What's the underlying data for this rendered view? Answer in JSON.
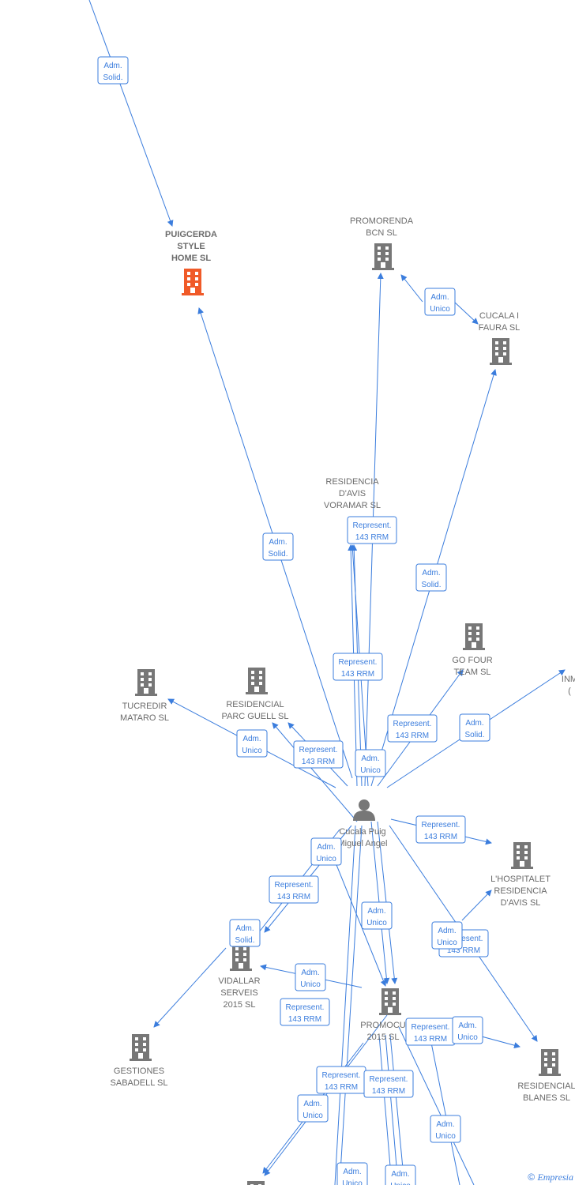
{
  "colors": {
    "edge": "#3b7ddd",
    "node": "#777777",
    "highlight": "#f05a28",
    "label": "#6b6b6b"
  },
  "graph": {
    "nodes": [
      {
        "id": "puigcerda",
        "label": [
          "PUIGCERDA",
          "STYLE",
          "HOME  SL"
        ],
        "icon": "building-icon",
        "highlight": true
      },
      {
        "id": "promorenda",
        "label": [
          "PROMORENDA",
          "BCN  SL"
        ],
        "icon": "building-icon"
      },
      {
        "id": "cucala_faura",
        "label": [
          "CUCALA I",
          "FAURA SL"
        ],
        "icon": "building-icon"
      },
      {
        "id": "residencia_voramar",
        "label": [
          "RESIDENCIA",
          "D'AVIS",
          "VORAMAR SL"
        ],
        "icon": "building-icon"
      },
      {
        "id": "tucredir",
        "label": [
          "TUCREDIR",
          "MATARO SL"
        ],
        "icon": "building-icon"
      },
      {
        "id": "parc_guell",
        "label": [
          "RESIDENCIAL",
          "PARC GUELL SL"
        ],
        "icon": "building-icon"
      },
      {
        "id": "go_four",
        "label": [
          "GO FOUR",
          "TEAM  SL"
        ],
        "icon": "building-icon"
      },
      {
        "id": "inm",
        "label": [
          "INM",
          "("
        ],
        "icon": "building-icon"
      },
      {
        "id": "person",
        "label": [
          "Cucala Puig",
          "Miguel Angel"
        ],
        "icon": "person-icon"
      },
      {
        "id": "hospitalet",
        "label": [
          "L'HOSPITALET",
          "RESIDENCIA",
          "D'AVIS  SL"
        ],
        "icon": "building-icon"
      },
      {
        "id": "vidallar",
        "label": [
          "VIDALLAR",
          "SERVEIS",
          "2015  SL"
        ],
        "icon": "building-icon"
      },
      {
        "id": "promocu",
        "label": [
          "PROMOCU",
          "2015  SL"
        ],
        "icon": "building-icon"
      },
      {
        "id": "gestiones",
        "label": [
          "GESTIONES",
          "SABADELL SL"
        ],
        "icon": "building-icon"
      },
      {
        "id": "blanes",
        "label": [
          "RESIDENCIAL",
          "BLANES  SL"
        ],
        "icon": "building-icon"
      },
      {
        "id": "bottom_node",
        "label": [],
        "icon": "building-icon"
      }
    ],
    "edge_labels": [
      [
        "Adm.",
        "Solid."
      ],
      [
        "Adm.",
        "Unico"
      ],
      [
        "Represent.",
        "143 RRM"
      ],
      [
        "Adm.",
        "Solid."
      ],
      [
        "Adm.",
        "Solid."
      ],
      [
        "Represent.",
        "143 RRM"
      ],
      [
        "Represent.",
        "143 RRM"
      ],
      [
        "Adm.",
        "Unico"
      ],
      [
        "Represent.",
        "143 RRM"
      ],
      [
        "Adm.",
        "Unico"
      ],
      [
        "Adm.",
        "Solid."
      ],
      [
        "Represent.",
        "143 RRM"
      ],
      [
        "Adm.",
        "Unico"
      ],
      [
        "Represent.",
        "143 RRM"
      ],
      [
        "Adm.",
        "Unico"
      ],
      [
        "Adm.",
        "Solid."
      ],
      [
        "Represent.",
        "143 RRM"
      ],
      [
        "Adm.",
        "Unico"
      ],
      [
        "Adm.",
        "Unico"
      ],
      [
        "Represent.",
        "143 RRM"
      ],
      [
        "Represent.",
        "143 RRM"
      ],
      [
        "Adm.",
        "Unico"
      ],
      [
        "Represent.",
        "143 RRM"
      ],
      [
        "Represent.",
        "143 RRM"
      ],
      [
        "Adm.",
        "Unico"
      ],
      [
        "Adm.",
        "Unico"
      ],
      [
        "Adm.",
        "Unico"
      ],
      [
        "Adm.",
        "Unico"
      ]
    ]
  },
  "footer": {
    "copyright": "©",
    "brand": "Empresia"
  }
}
